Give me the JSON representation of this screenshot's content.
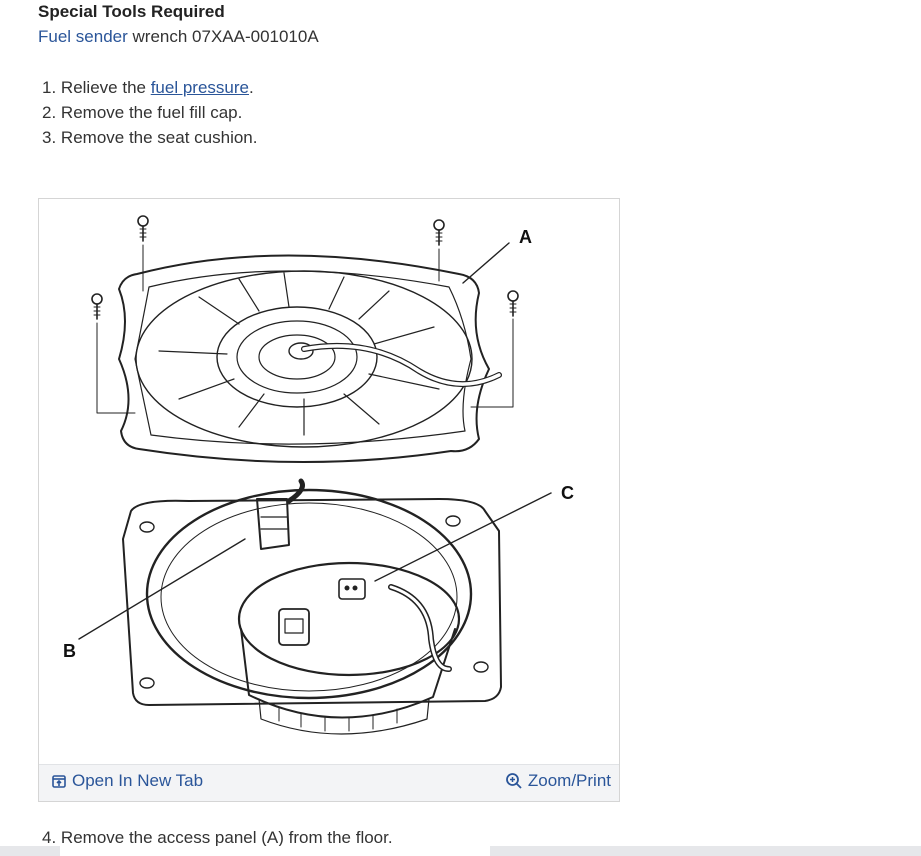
{
  "section": {
    "heading": "Special Tools Required",
    "tool_link": "Fuel sender",
    "tool_rest": " wrench 07XAA-001010A"
  },
  "steps": [
    {
      "num": "1.",
      "pre": "Relieve the ",
      "link": "fuel pressure",
      "post": "."
    },
    {
      "num": "2.",
      "text": "Remove the fuel fill cap."
    },
    {
      "num": "3.",
      "text": "Remove the seat cushion."
    }
  ],
  "figure": {
    "callouts": {
      "a": "A",
      "b": "B",
      "c": "C"
    },
    "open_label": "Open In New Tab",
    "zoom_label": "Zoom/Print"
  },
  "step4": {
    "num": "4.",
    "text": "Remove the access panel (A) from the floor."
  },
  "colors": {
    "link": "#2a5599",
    "text": "#333333",
    "toolbar": "#f3f4f6"
  }
}
